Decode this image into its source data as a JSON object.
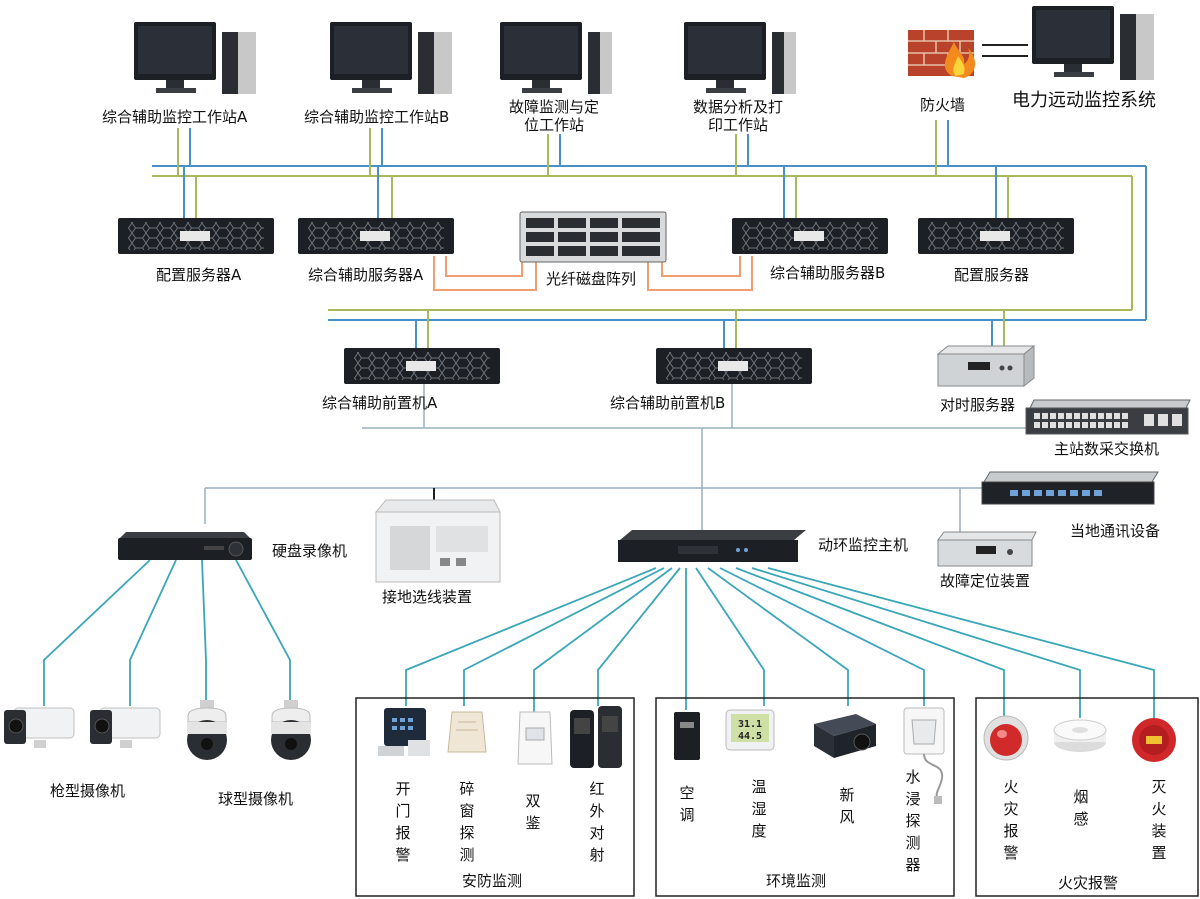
{
  "colors": {
    "blue_link": "#4a90c8",
    "green_link": "#a8b85a",
    "orange_link": "#f0a070",
    "teal_link": "#3aa7b8",
    "line_gray": "#9ab0bf",
    "device_dark": "#1c1f24",
    "firewall_red": "#b8432a"
  },
  "workstations": [
    {
      "label": "综合辅助监控工作站A"
    },
    {
      "label": "综合辅助监控工作站B"
    },
    {
      "label": "故障监测与定位工作站"
    },
    {
      "label": "数据分析及打印工作站"
    }
  ],
  "firewall": {
    "label": "防火墙"
  },
  "remote_system": {
    "label": "电力远动监控系统"
  },
  "servers": [
    {
      "label": "配置服务器A"
    },
    {
      "label": "综合辅助服务器A"
    },
    {
      "label": "光纤磁盘阵列"
    },
    {
      "label": "综合辅助服务器B"
    },
    {
      "label": "配置服务器"
    }
  ],
  "front_end": [
    {
      "label": "综合辅助前置机A"
    },
    {
      "label": "综合辅助前置机B"
    }
  ],
  "time_server": {
    "label": "对时服务器"
  },
  "master_switch": {
    "label": "主站数采交换机"
  },
  "local_comm": {
    "label": "当地通讯设备"
  },
  "nvr": {
    "label": "硬盘录像机"
  },
  "grounding": {
    "label": "接地选线装置"
  },
  "env_host": {
    "label": "动环监控主机"
  },
  "fault_locator": {
    "label": "故障定位装置"
  },
  "cameras": {
    "bullet": "枪型摄像机",
    "dome": "球型摄像机"
  },
  "groups": [
    {
      "title": "安防监测",
      "items": [
        "开门报警",
        "碎窗探测",
        "双鉴",
        "红外对射"
      ]
    },
    {
      "title": "环境监测",
      "items": [
        "空调",
        "温湿度",
        "新风",
        "水浸探测器"
      ]
    },
    {
      "title": "火灾报警",
      "items": [
        "火灾报警",
        "烟感",
        "灭火装置"
      ]
    }
  ],
  "thermo_display": {
    "temp": "31.1",
    "hum": "44.5"
  }
}
